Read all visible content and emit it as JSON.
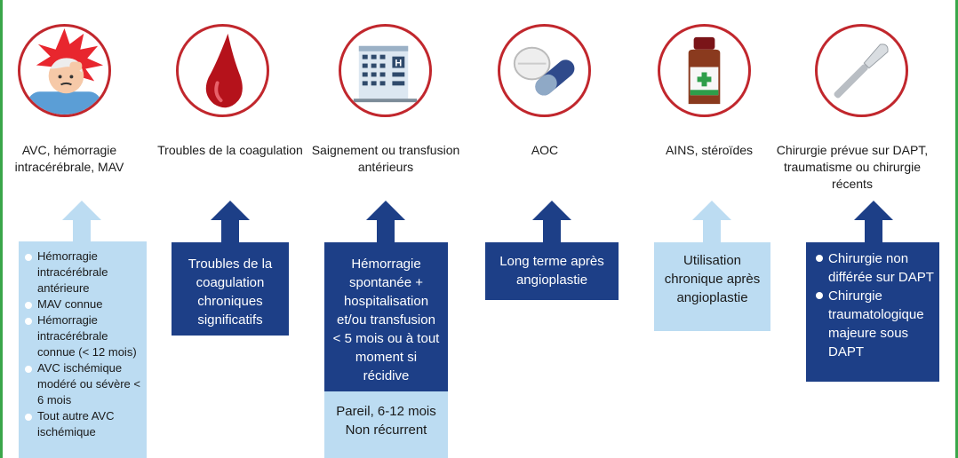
{
  "columns": [
    {
      "icon": "stroke-headache-icon",
      "label": "AVC, hémorragie intracérébrale, MAV",
      "arrow": "light",
      "box": {
        "style": "light",
        "bullets": [
          "Hémorragie intracérébrale antérieure",
          "MAV connue",
          "Hémorragie intracérébrale connue (< 12 mois)",
          "AVC ischémique modéré ou sévère < 6 mois",
          "Tout autre AVC ischémique"
        ]
      }
    },
    {
      "icon": "blood-drop-icon",
      "label": "Troubles de la coagulation",
      "arrow": "dark",
      "box": {
        "style": "dark",
        "text": "Troubles de la coagulation chroniques significatifs"
      }
    },
    {
      "icon": "hospital-icon",
      "label": "Saignement ou transfusion antérieurs",
      "arrow": "dark",
      "box": {
        "style": "dark",
        "text": "Hémorragie spontanée + hospitalisation et/ou transfusion < 5 mois ou à tout moment si récidive"
      },
      "box2": {
        "style": "light",
        "text": "Pareil, 6-12 mois Non récurrent"
      }
    },
    {
      "icon": "pills-icon",
      "label": "AOC",
      "arrow": "dark",
      "box": {
        "style": "dark",
        "text": "Long terme après angioplastie"
      }
    },
    {
      "icon": "medicine-bottle-icon",
      "label": "AINS, stéroïdes",
      "arrow": "light",
      "box": {
        "style": "light",
        "text": "Utilisation chronique après angioplastie"
      }
    },
    {
      "icon": "scalpel-icon",
      "label": "Chirurgie prévue sur DAPT, traumatisme ou chirurgie récents",
      "arrow": "dark",
      "box": {
        "style": "dark",
        "bullets": [
          "Chirurgie non différée sur DAPT",
          "Chirurgie traumatologique majeure sous DAPT"
        ]
      }
    }
  ],
  "colors": {
    "dark": "#1d3f87",
    "light": "#bcdcf2",
    "circle": "#c1272d"
  }
}
